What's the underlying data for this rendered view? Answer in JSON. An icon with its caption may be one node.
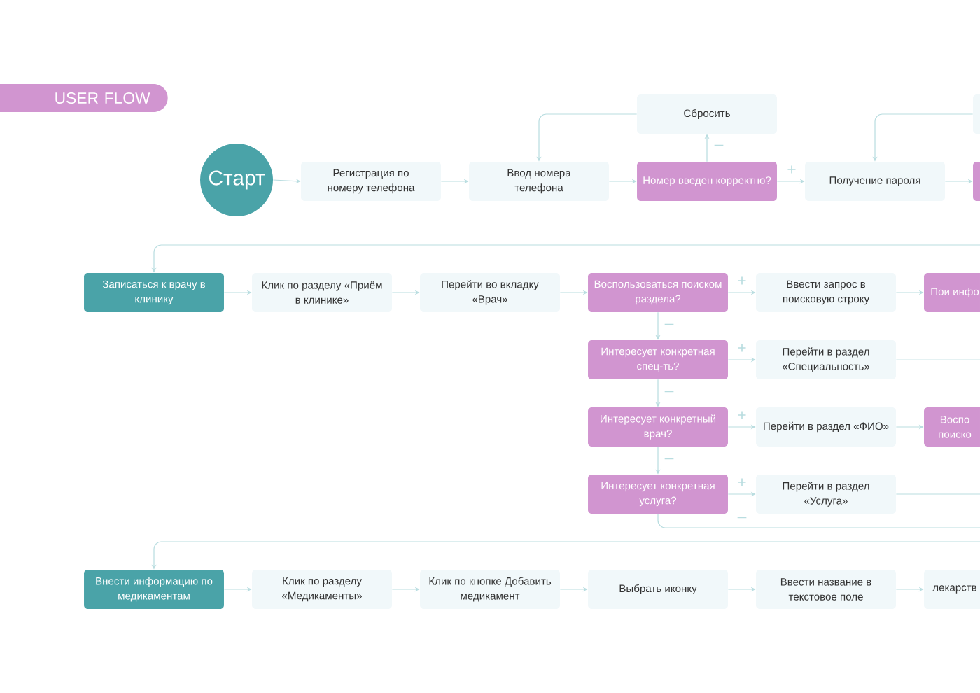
{
  "diagram": {
    "title": "USER FLOW",
    "nodes": [
      {
        "text": [
          "Старт"
        ]
      },
      {
        "text": [
          "Регистрация по номеру телефона"
        ]
      },
      {
        "text": [
          "Ввод номера телефона"
        ]
      },
      {
        "text": [
          "Номер введен корректно?"
        ]
      },
      {
        "text": [
          "Сбросить"
        ]
      },
      {
        "text": [
          "Получение пароля"
        ]
      },
      {
        "text": [],
        "shape": "box"
      },
      {
        "text": [],
        "shape": "box"
      },
      {
        "text": [
          "Записаться к врачу в клинику"
        ]
      },
      {
        "text": [
          "Клик по разделу «Приём в клинике»"
        ]
      },
      {
        "text": [
          "Перейти во вкладку «Врач»"
        ]
      },
      {
        "text": [
          "Воспользоваться поиском раздела?"
        ]
      },
      {
        "text": [
          "Ввести запрос в поисковую строку"
        ]
      },
      {
        "text": [
          "Пои инфо"
        ]
      },
      {
        "text": [
          "Интересует конкретная спец-ть?"
        ]
      },
      {
        "text": [
          "Перейти в раздел «Специальность»"
        ]
      },
      {
        "text": [
          "Интересует конкретный врач?"
        ]
      },
      {
        "text": [
          "Перейти в раздел «ФИО»"
        ]
      },
      {
        "text": [
          "Воспо поиско"
        ]
      },
      {
        "text": [
          "Интересует конкретная услуга?"
        ]
      },
      {
        "text": [
          "Перейти в раздел «Услуга»"
        ]
      },
      {
        "text": [
          "Внести информацию по медикаментам"
        ]
      },
      {
        "text": [
          "Клик по разделу «Медикаменты»"
        ]
      },
      {
        "text": [
          "Клик по кнопке Добавить медикамент"
        ]
      },
      {
        "text": [
          "Выбрать иконку"
        ]
      },
      {
        "text": [
          "Ввести название в текстовое поле"
        ]
      },
      {
        "text": [
          "лекарств"
        ]
      }
    ],
    "edges": [
      {
        "from": 0,
        "to": 1,
        "arrow": "to"
      },
      {
        "from": 1,
        "to": 2,
        "arrow": "to"
      },
      {
        "from": 2,
        "to": 3,
        "arrow": "to"
      },
      {
        "from": 3,
        "to": 4,
        "arrow": "to",
        "label": "–"
      },
      {
        "from": 4,
        "to": 2,
        "arrow": "to"
      },
      {
        "from": 3,
        "to": 5,
        "arrow": "to",
        "label": "+"
      },
      {
        "from": 6,
        "to": 5,
        "arrow": "to"
      },
      {
        "from": 5,
        "to": 7,
        "arrow": "to"
      },
      {
        "from": null,
        "to": 8,
        "arrow": "to"
      },
      {
        "from": 8,
        "to": 9,
        "arrow": "to"
      },
      {
        "from": 9,
        "to": 10,
        "arrow": "to"
      },
      {
        "from": 10,
        "to": 11,
        "arrow": "to"
      },
      {
        "from": 11,
        "to": 12,
        "arrow": "to",
        "label": "+"
      },
      {
        "from": 12,
        "to": 13,
        "arrow": "to"
      },
      {
        "from": 11,
        "to": 14,
        "arrow": "to",
        "label": "–"
      },
      {
        "from": 14,
        "to": 15,
        "arrow": "to",
        "label": "+"
      },
      {
        "from": 15,
        "to": null,
        "arrow": "none"
      },
      {
        "from": 14,
        "to": 16,
        "arrow": "to",
        "label": "–"
      },
      {
        "from": 16,
        "to": 17,
        "arrow": "to",
        "label": "+"
      },
      {
        "from": 17,
        "to": 18,
        "arrow": "to"
      },
      {
        "from": 16,
        "to": 19,
        "arrow": "to",
        "label": "–"
      },
      {
        "from": 19,
        "to": 20,
        "arrow": "to",
        "label": "+"
      },
      {
        "from": 20,
        "to": null,
        "arrow": "none"
      },
      {
        "from": 19,
        "to": null,
        "arrow": "none",
        "label": "–"
      },
      {
        "from": null,
        "to": 21,
        "arrow": "to"
      },
      {
        "from": 21,
        "to": 22,
        "arrow": "to"
      },
      {
        "from": 22,
        "to": 23,
        "arrow": "to"
      },
      {
        "from": 23,
        "to": 24,
        "arrow": "to"
      },
      {
        "from": 24,
        "to": 25,
        "arrow": "to"
      },
      {
        "from": 25,
        "to": 26,
        "arrow": "to"
      }
    ]
  }
}
